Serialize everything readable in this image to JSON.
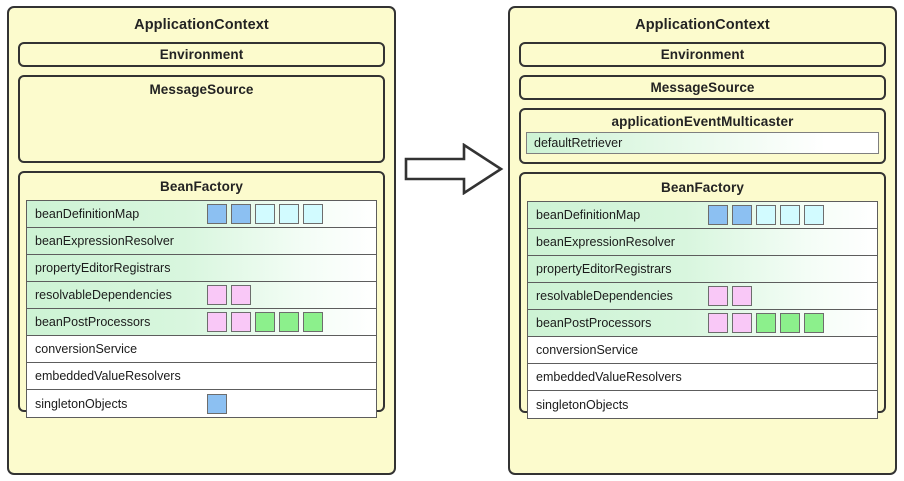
{
  "diagram": {
    "title_semantic": "Spring ApplicationContext before and after registering applicationEventMulticaster",
    "arrow_icon": "right-arrow-icon",
    "colors": {
      "panel_fill": "#fcfbcd",
      "panel_border": "#333333",
      "row_tint_green": "#cdf3d4",
      "chip_blue": "#8cc0f2",
      "chip_palecyan": "#d2fbff",
      "chip_pink": "#f9c8f7",
      "chip_green": "#8cf08c",
      "row_border": "#5d5d5d"
    }
  },
  "left": {
    "title": "ApplicationContext",
    "environment": "Environment",
    "message_source": "MessageSource",
    "beanfactory": {
      "title": "BeanFactory",
      "rows": [
        {
          "label": "beanDefinitionMap",
          "tint": true,
          "chips": [
            "blue",
            "blue",
            "palecyan",
            "palecyan",
            "palecyan"
          ]
        },
        {
          "label": "beanExpressionResolver",
          "tint": true,
          "chips": []
        },
        {
          "label": "propertyEditorRegistrars",
          "tint": true,
          "chips": []
        },
        {
          "label": "resolvableDependencies",
          "tint": true,
          "chips": [
            "pink",
            "pink"
          ]
        },
        {
          "label": "beanPostProcessors",
          "tint": true,
          "chips": [
            "pink",
            "pink",
            "green",
            "green",
            "green"
          ]
        },
        {
          "label": "conversionService",
          "tint": false,
          "chips": []
        },
        {
          "label": "embeddedValueResolvers",
          "tint": false,
          "chips": []
        },
        {
          "label": "singletonObjects",
          "tint": false,
          "chips": [
            "blue"
          ]
        }
      ]
    }
  },
  "right": {
    "title": "ApplicationContext",
    "environment": "Environment",
    "message_source": "MessageSource",
    "multicaster": {
      "title": "applicationEventMulticaster",
      "retriever": "defaultRetriever"
    },
    "beanfactory": {
      "title": "BeanFactory",
      "rows": [
        {
          "label": "beanDefinitionMap",
          "tint": true,
          "chips": [
            "blue",
            "blue",
            "palecyan",
            "palecyan",
            "palecyan"
          ]
        },
        {
          "label": "beanExpressionResolver",
          "tint": true,
          "chips": []
        },
        {
          "label": "propertyEditorRegistrars",
          "tint": true,
          "chips": []
        },
        {
          "label": "resolvableDependencies",
          "tint": true,
          "chips": [
            "pink",
            "pink"
          ]
        },
        {
          "label": "beanPostProcessors",
          "tint": true,
          "chips": [
            "pink",
            "pink",
            "green",
            "green",
            "green"
          ]
        },
        {
          "label": "conversionService",
          "tint": false,
          "chips": []
        },
        {
          "label": "embeddedValueResolvers",
          "tint": false,
          "chips": []
        },
        {
          "label": "singletonObjects",
          "tint": false,
          "chips": []
        }
      ]
    }
  }
}
